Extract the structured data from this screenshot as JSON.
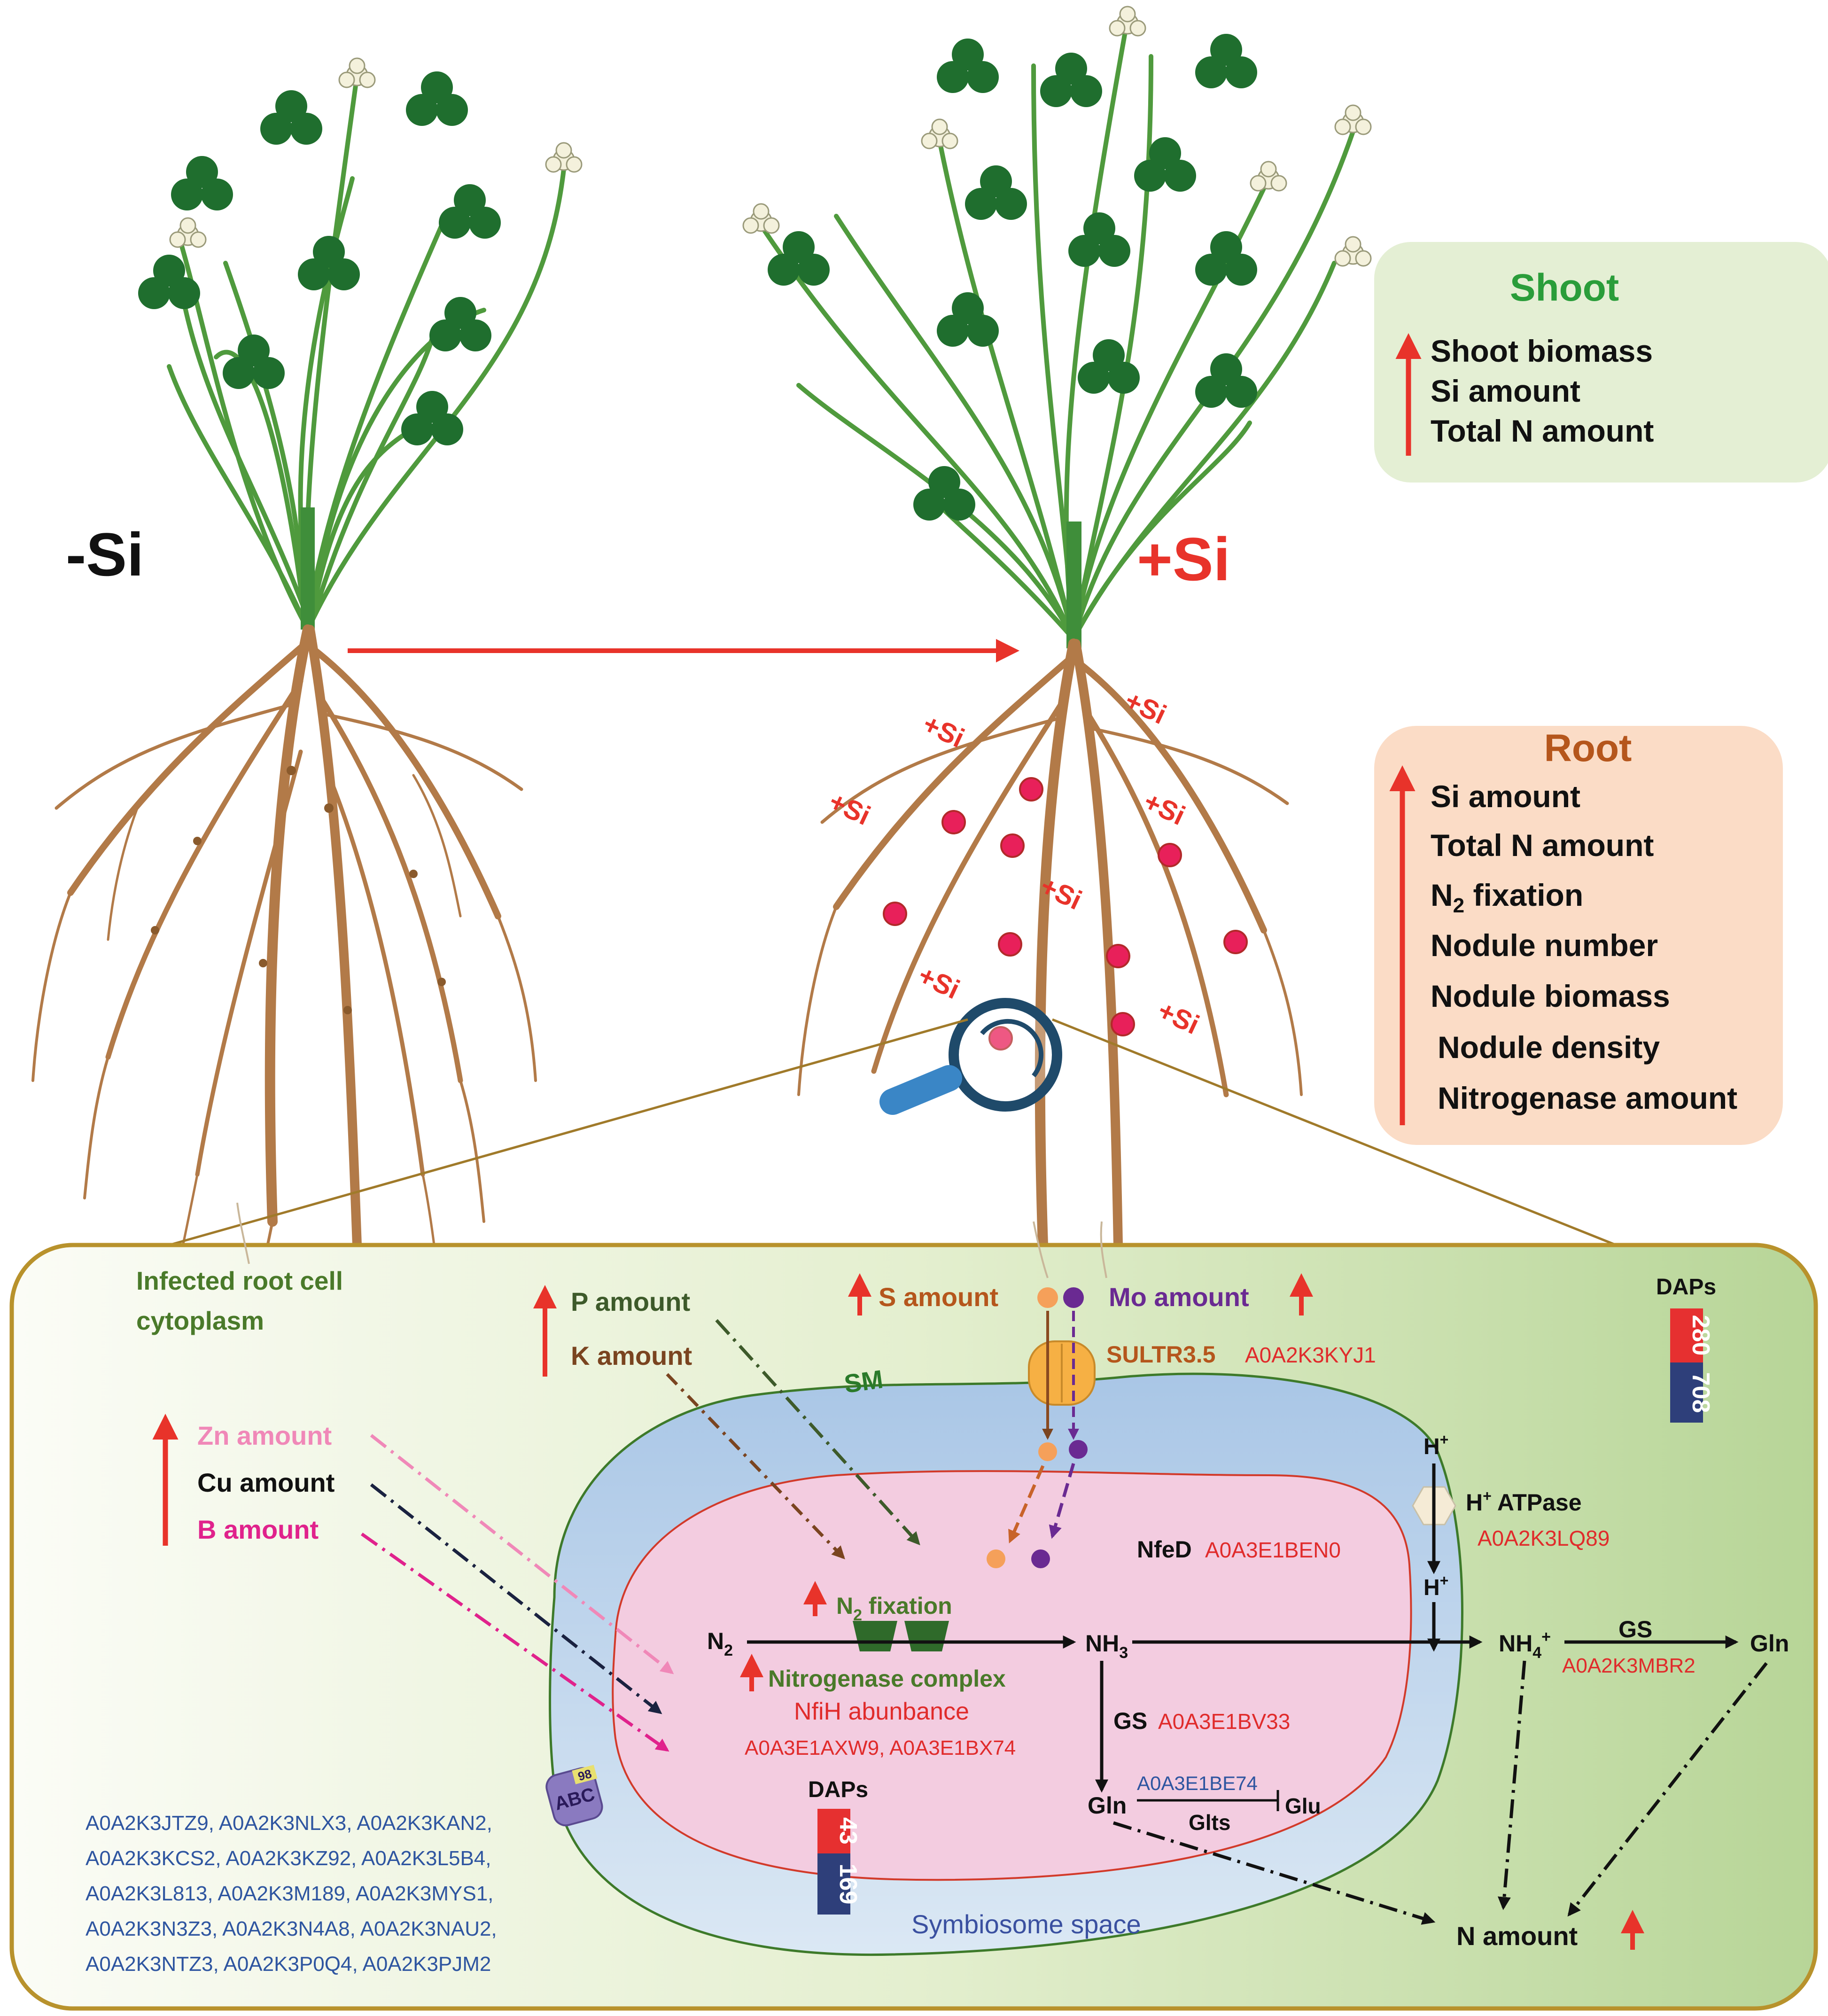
{
  "labels": {
    "minus_si": "-Si",
    "plus_si": "+Si",
    "root_si_tags": [
      "+Si",
      "+Si",
      "+Si",
      "+Si",
      "+Si",
      "+Si",
      "+Si"
    ]
  },
  "shoot_box": {
    "title": "Shoot",
    "items": [
      "Shoot biomass",
      "Si amount",
      "Total N amount"
    ]
  },
  "root_box": {
    "title": "Root",
    "items": [
      "Si amount",
      "Total N amount",
      "N2 fixation",
      "Nodule number",
      "Nodule biomass",
      "Nodule density",
      "Nitrogenase amount"
    ]
  },
  "cell": {
    "infected_line1": "Infected root cell",
    "infected_line2": "cytoplasm",
    "sm": "SM",
    "symbiosome_space": "Symbiosome space",
    "p_amount": "P amount",
    "k_amount": "K amount",
    "s_amount": "S amount",
    "mo_amount": "Mo amount",
    "zn_amount": "Zn amount",
    "cu_amount": "Cu amount",
    "b_amount": "B amount",
    "sultr_label": "SULTR3.5",
    "sultr_id": "A0A2K3KYJ1",
    "h_plus": "H+",
    "atpase_label": "H+ ATPase",
    "atpase_id": "A0A2K3LQ89",
    "nfed_label": "NfeD",
    "nfed_id": "A0A3E1BEN0",
    "n2": "N2",
    "n2_fixation": "N2 fixation",
    "nh3": "NH3",
    "nh4": "NH4+",
    "gs": "GS",
    "gs_inner_id": "A0A3E1BV33",
    "gs_outer_id": "A0A2K3MBR2",
    "gln": "Gln",
    "glu": "Glu",
    "glts": "Glts",
    "glts_id": "A0A3E1BE74",
    "nitrogenase": "Nitrogenase complex",
    "nfih": "NfiH abunbance",
    "nfih_ids": "A0A3E1AXW9, A0A3E1BX74",
    "n_amount": "N amount",
    "abc": "ABC",
    "abc_badge": "98",
    "abc_ids": [
      "A0A2K3JTZ9, A0A2K3NLX3, A0A2K3KAN2,",
      "A0A2K3KCS2, A0A2K3KZ92, A0A2K3L5B4,",
      "A0A2K3L813, A0A2K3M189, A0A2K3MYS1,",
      "A0A2K3N3Z3, A0A2K3N4A8, A0A2K3NAU2,",
      "A0A2K3NTZ3, A0A2K3P0Q4, A0A2K3PJM2"
    ],
    "daps_label": "DAPs",
    "daps_up_cell": "280",
    "daps_down_cell": "708",
    "daps_up_bact": "43",
    "daps_down_bact": "169"
  },
  "colors": {
    "up_arrow": "#e8332a",
    "shoot_green": "#2a9d3a",
    "root_brown": "#b5561c",
    "nodule": "#e8205a",
    "id_red": "#e02b2b",
    "id_blue": "#2e55a0",
    "zn_pink": "#f088b8",
    "b_magenta": "#e0228c",
    "s_orange": "#f5a05a",
    "mo_purple": "#6a2a92",
    "k_brown": "#7a4420",
    "p_darkgreen": "#3d5a2a"
  }
}
